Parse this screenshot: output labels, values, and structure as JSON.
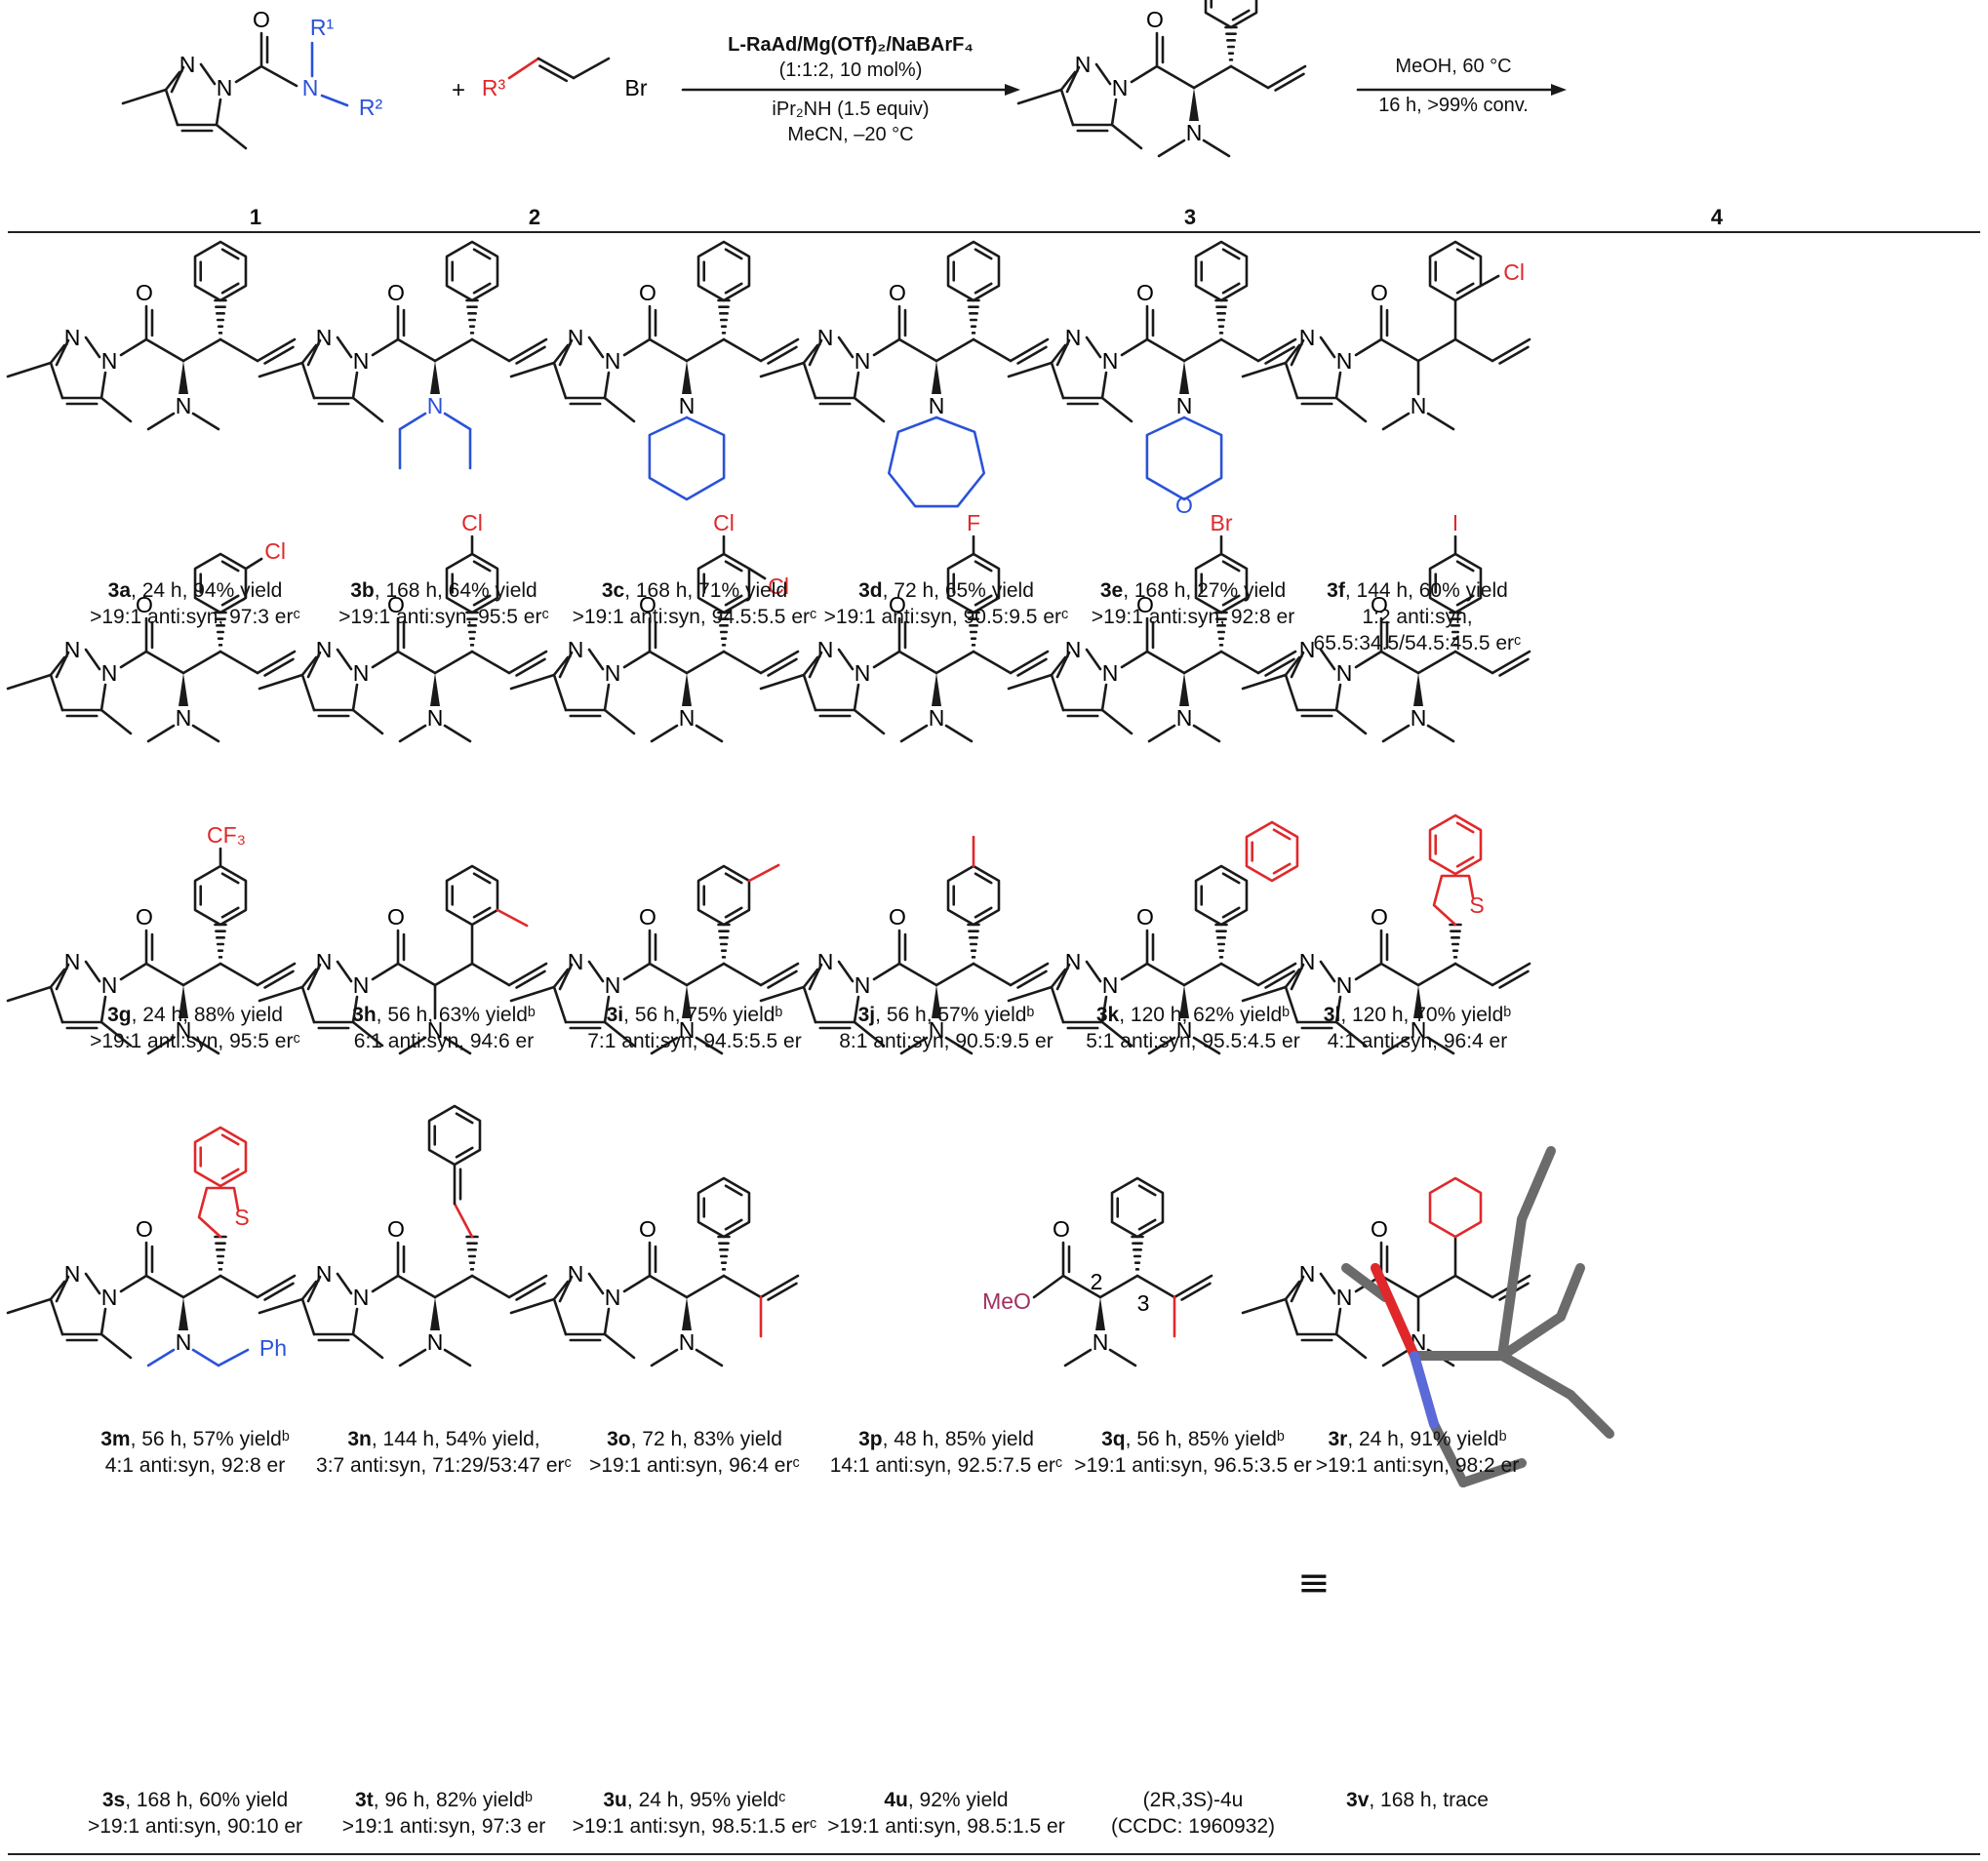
{
  "top": {
    "labels": [
      "1",
      "2",
      "3",
      "4"
    ],
    "arrow1_line1": "L-RaAd/Mg(OTf)₂/NaBArF₄",
    "arrow1_line2": "(1:1:2, 10 mol%)",
    "arrow1_line3": "iPr₂NH (1.5 equiv)",
    "arrow1_line4": "MeCN, –20 °C",
    "arrow2_line1": "MeOH, 60 °C",
    "arrow2_line2": "16 h, >99% conv.",
    "plus": "+"
  },
  "atoms": {
    "O": "O",
    "N": "N",
    "S": "S",
    "Cl": "Cl",
    "F": "F",
    "Br": "Br",
    "I": "I",
    "CF3": "CF₃",
    "Ph": "Ph",
    "MeO": "MeO",
    "Br_sm": "Br",
    "R1": "R¹",
    "R2": "R²",
    "R3": "R³",
    "n2": "2",
    "n3": "3"
  },
  "entries": [
    {
      "id": "3a",
      "line1": ", 24 h, 94% yield",
      "line2": ">19:1 anti:syn, 97:3 erᶜ"
    },
    {
      "id": "3b",
      "line1": ", 168 h, 64% yield",
      "line2": ">19:1 anti:syn, 95:5 erᶜ"
    },
    {
      "id": "3c",
      "line1": ", 168 h, 71% yield",
      "line2": ">19:1 anti:syn, 94.5:5.5 erᶜ"
    },
    {
      "id": "3d",
      "line1": ", 72 h, 65% yield",
      "line2": ">19:1 anti:syn, 90.5:9.5 erᶜ"
    },
    {
      "id": "3e",
      "line1": ", 168 h, 27% yield",
      "line2": ">19:1 anti:syn, 92:8 er"
    },
    {
      "id": "3f",
      "line1": ", 144 h, 60% yield",
      "line2": "1:2 anti:syn,",
      "line3": "65.5:34.5/54.5:45.5 erᶜ"
    },
    {
      "id": "3g",
      "line1": ", 24 h, 88% yield",
      "line2": ">19:1 anti:syn, 95:5 erᶜ"
    },
    {
      "id": "3h",
      "line1": ", 56 h, 63% yieldᵇ",
      "line2": "6:1 anti:syn, 94:6 er"
    },
    {
      "id": "3i",
      "line1": ", 56 h, 75% yieldᵇ",
      "line2": "7:1 anti:syn, 94.5:5.5 er"
    },
    {
      "id": "3j",
      "line1": ", 56 h, 57% yieldᵇ",
      "line2": "8:1 anti:syn, 90.5:9.5 er"
    },
    {
      "id": "3k",
      "line1": ", 120 h, 62% yieldᵇ",
      "line2": "5:1 anti:syn, 95.5:4.5 er"
    },
    {
      "id": "3l",
      "line1": ", 120 h, 70% yieldᵇ",
      "line2": "4:1 anti:syn, 96:4 er"
    },
    {
      "id": "3m",
      "line1": ", 56 h, 57% yieldᵇ",
      "line2": "4:1 anti:syn, 92:8 er"
    },
    {
      "id": "3n",
      "line1": ", 144 h, 54% yield,",
      "line2": "3:7 anti:syn, 71:29/53:47 erᶜ"
    },
    {
      "id": "3o",
      "line1": ", 72 h, 83% yield",
      "line2": ">19:1 anti:syn, 96:4 erᶜ"
    },
    {
      "id": "3p",
      "line1": ", 48 h, 85% yield",
      "line2": "14:1 anti:syn, 92.5:7.5 erᶜ"
    },
    {
      "id": "3q",
      "line1": ", 56 h, 85% yieldᵇ",
      "line2": ">19:1 anti:syn, 96.5:3.5 er"
    },
    {
      "id": "3r",
      "line1": ", 24 h, 91% yieldᵇ",
      "line2": ">19:1 anti:syn, 98:2 er"
    },
    {
      "id": "3s",
      "line1": ", 168 h, 60% yield",
      "line2": ">19:1 anti:syn, 90:10 er"
    },
    {
      "id": "3t",
      "line1": ", 96 h, 82% yieldᵇ",
      "line2": ">19:1 anti:syn, 97:3 er"
    },
    {
      "id": "3u",
      "line1": ", 24 h, 95% yieldᶜ",
      "line2": ">19:1 anti:syn, 98.5:1.5 erᶜ"
    },
    {
      "id": "4u",
      "line1": ", 92% yield",
      "line2": ">19:1 anti:syn, 98.5:1.5 er"
    },
    {
      "id": "",
      "line1": "(2R,3S)-4u",
      "line2": "(CCDC: 1960932)"
    },
    {
      "id": "3v",
      "line1": ", 168 h, trace",
      "line2": ""
    }
  ],
  "equiv_symbol": "≡",
  "colors": {
    "substituent_red": "#e0282b",
    "amine_blue": "#2a52d8",
    "ester_maroon": "#a03060",
    "bond": "#1a1a1a"
  }
}
